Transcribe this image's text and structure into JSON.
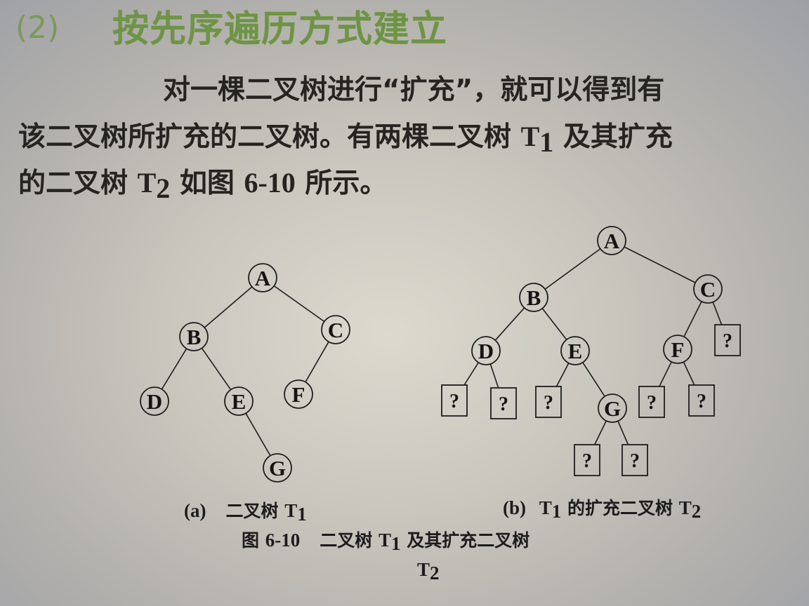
{
  "slide": {
    "heading_number": "(2)",
    "heading": "按先序遍历方式建立",
    "paragraph": {
      "line1": "对一棵二叉树进行“扩充”，就可以得到有",
      "line2_before": "该二叉树所扩充的二叉树。有两棵二叉树",
      "line2_T": "T",
      "line2_sub": "1",
      "line2_after": "及其扩充",
      "line3_before": "的二叉树",
      "line3_T": "T",
      "line3_sub": "2",
      "line3_mid": "如图",
      "line3_fig": "6-10",
      "line3_after": "所示。"
    }
  },
  "diagram_a": {
    "nodes": [
      {
        "id": "a-A",
        "label": "A"
      },
      {
        "id": "a-B",
        "label": "B"
      },
      {
        "id": "a-C",
        "label": "C"
      },
      {
        "id": "a-D",
        "label": "D"
      },
      {
        "id": "a-E",
        "label": "E"
      },
      {
        "id": "a-F",
        "label": "F"
      },
      {
        "id": "a-G",
        "label": "G"
      }
    ],
    "edges": [
      [
        "a-A",
        "a-B"
      ],
      [
        "a-A",
        "a-C"
      ],
      [
        "a-B",
        "a-D"
      ],
      [
        "a-B",
        "a-E"
      ],
      [
        "a-C",
        "a-F"
      ],
      [
        "a-E",
        "a-G"
      ]
    ]
  },
  "diagram_b": {
    "nodes": [
      {
        "id": "b-A",
        "label": "A"
      },
      {
        "id": "b-B",
        "label": "B"
      },
      {
        "id": "b-C",
        "label": "C"
      },
      {
        "id": "b-D",
        "label": "D"
      },
      {
        "id": "b-E",
        "label": "E"
      },
      {
        "id": "b-F",
        "label": "F"
      },
      {
        "id": "b-G",
        "label": "G"
      }
    ],
    "external_nodes": [
      {
        "id": "x-C",
        "label": "?"
      },
      {
        "id": "x-D1",
        "label": "?"
      },
      {
        "id": "x-D2",
        "label": "?"
      },
      {
        "id": "x-E1",
        "label": "?"
      },
      {
        "id": "x-F1",
        "label": "?"
      },
      {
        "id": "x-F2",
        "label": "?"
      },
      {
        "id": "x-G1",
        "label": "?"
      },
      {
        "id": "x-G2",
        "label": "?"
      }
    ],
    "edges": [
      [
        "b-A",
        "b-B"
      ],
      [
        "b-A",
        "b-C"
      ],
      [
        "b-B",
        "b-D"
      ],
      [
        "b-B",
        "b-E"
      ],
      [
        "b-C",
        "b-F"
      ],
      [
        "b-C",
        "x-C"
      ],
      [
        "b-D",
        "x-D1"
      ],
      [
        "b-D",
        "x-D2"
      ],
      [
        "b-E",
        "x-E1"
      ],
      [
        "b-E",
        "b-G"
      ],
      [
        "b-F",
        "x-F1"
      ],
      [
        "b-F",
        "x-F2"
      ],
      [
        "b-G",
        "x-G1"
      ],
      [
        "b-G",
        "x-G2"
      ]
    ]
  },
  "captions": {
    "a_tag": "(a)",
    "a_text": "二叉树",
    "a_T": "T",
    "a_sub": "1",
    "b_tag": "(b)",
    "b_T": "T",
    "b_sub": "1",
    "b_text": "的扩充二叉树",
    "b_T2": "T",
    "b_sub2": "2",
    "fig_prefix": "图",
    "fig_num": "6-10",
    "fig_text": "二叉树",
    "fig_T": "T",
    "fig_sub": "1",
    "fig_text2": "及其扩充二叉树",
    "fig_T2": "T",
    "fig_sub2": "2"
  }
}
